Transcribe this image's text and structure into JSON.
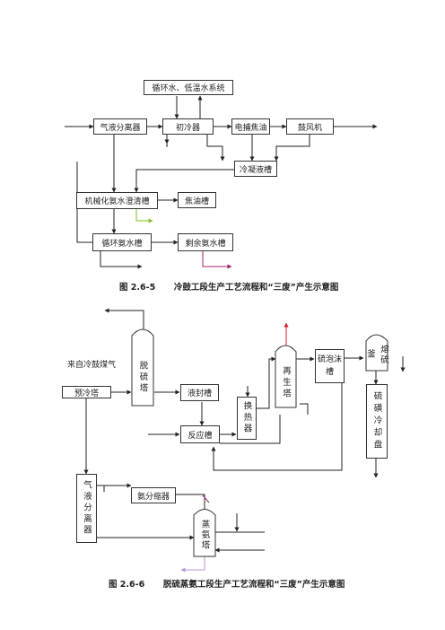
{
  "diagram1": {
    "circ_water": "循环水、低温水系统",
    "gas_liquid_sep": "气液分离器",
    "primary_cooler": "初冷器",
    "electro_tar": "电捕焦油",
    "blower": "鼓风机",
    "condensate_tank": "冷凝液槽",
    "mech_clarifier": "机械化氨水澄清槽",
    "tar_tank": "焦油槽",
    "circ_ammonia_tank": "循环氨水槽",
    "residual_ammonia_tank": "剩余氨水槽",
    "caption_num": "图 2.6-5",
    "caption_text": "冷鼓工段生产工艺流程和“三废”产生示意图"
  },
  "diagram2": {
    "incoming_gas": "来自冷鼓煤气",
    "precooler": "预冷塔",
    "desulf_tower": "脱硫塔",
    "liquid_seal": "液封槽",
    "heat_exchanger": "换热器",
    "regen_tower": "再生塔",
    "sulfur_foam_tank": "硫泡沫槽",
    "sulfur_melt": "熔硫釜",
    "sulfur_cool": "硫磺冷却盘",
    "reaction_tank": "反应槽",
    "gas_liquid_sep": "气液分离器",
    "ammonia_sep": "氨分缩器",
    "stripper": "蒸氨塔",
    "caption_num": "图 2.6-6",
    "caption_text": "脱硫蒸氨工段生产工艺流程和“三废”产生示意图"
  },
  "colors": {
    "green": "#7dc21e",
    "purple": "#a0226e",
    "red": "#d0202a",
    "violet": "#b79ad6"
  }
}
